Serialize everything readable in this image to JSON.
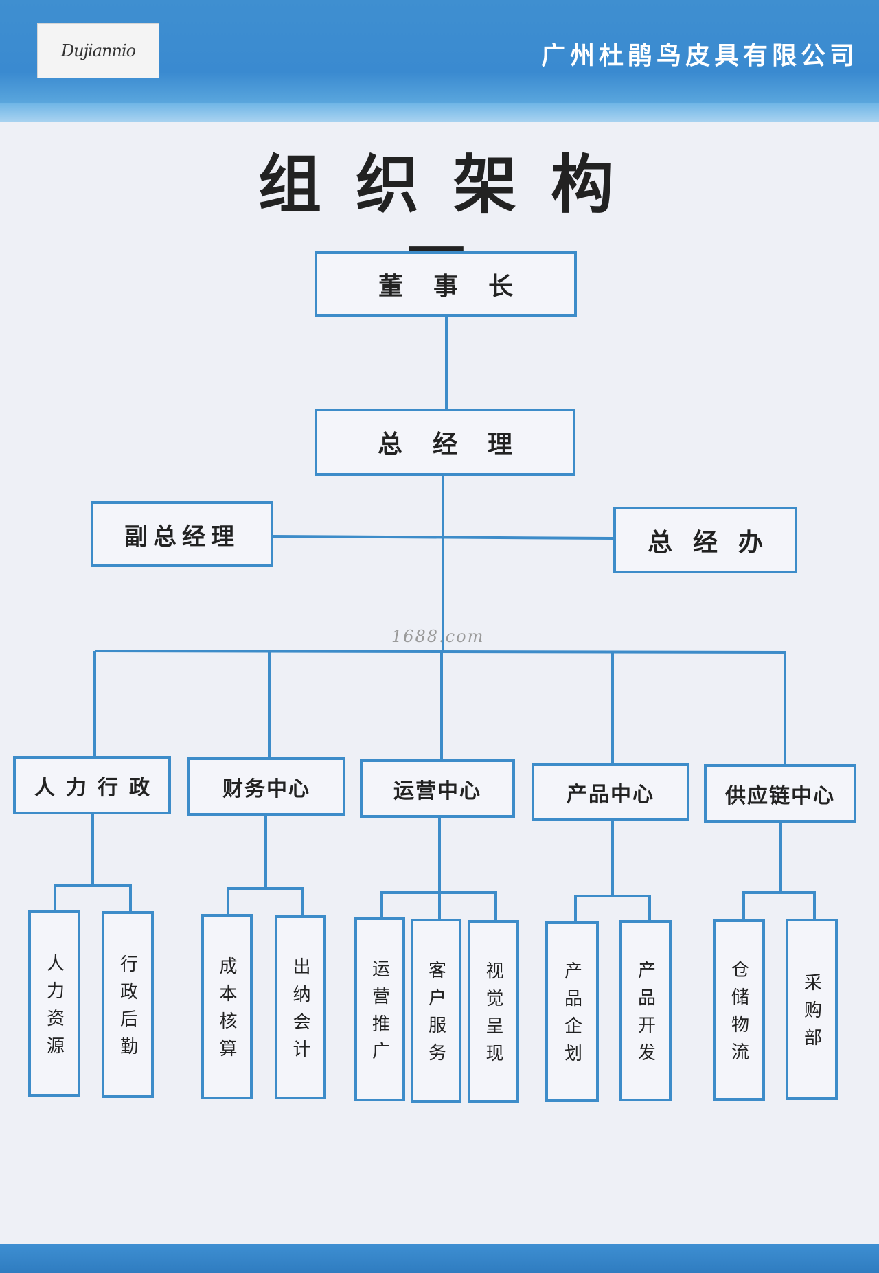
{
  "header": {
    "logo": "Dujiannio",
    "company": "广州杜鹃鸟皮具有限公司"
  },
  "title": "组织架构图",
  "watermark": "1688.com",
  "org": {
    "chairman": "董事长",
    "gm": "总经理",
    "vgm": "副总经理",
    "gm_office": "总经办",
    "departments": [
      {
        "name": "人力行政",
        "subs": [
          "人力资源",
          "行政后勤"
        ]
      },
      {
        "name": "财务中心",
        "subs": [
          "成本核算",
          "出纳会计"
        ]
      },
      {
        "name": "运营中心",
        "subs": [
          "运营推广",
          "客户服务",
          "视觉呈现"
        ]
      },
      {
        "name": "产品中心",
        "subs": [
          "产品企划",
          "产品开发"
        ]
      },
      {
        "name": "供应链中心",
        "subs": [
          "仓储物流",
          "采购部"
        ]
      }
    ]
  },
  "colors": {
    "accent": "#3d8cc9",
    "header": "#3a8ad0"
  }
}
